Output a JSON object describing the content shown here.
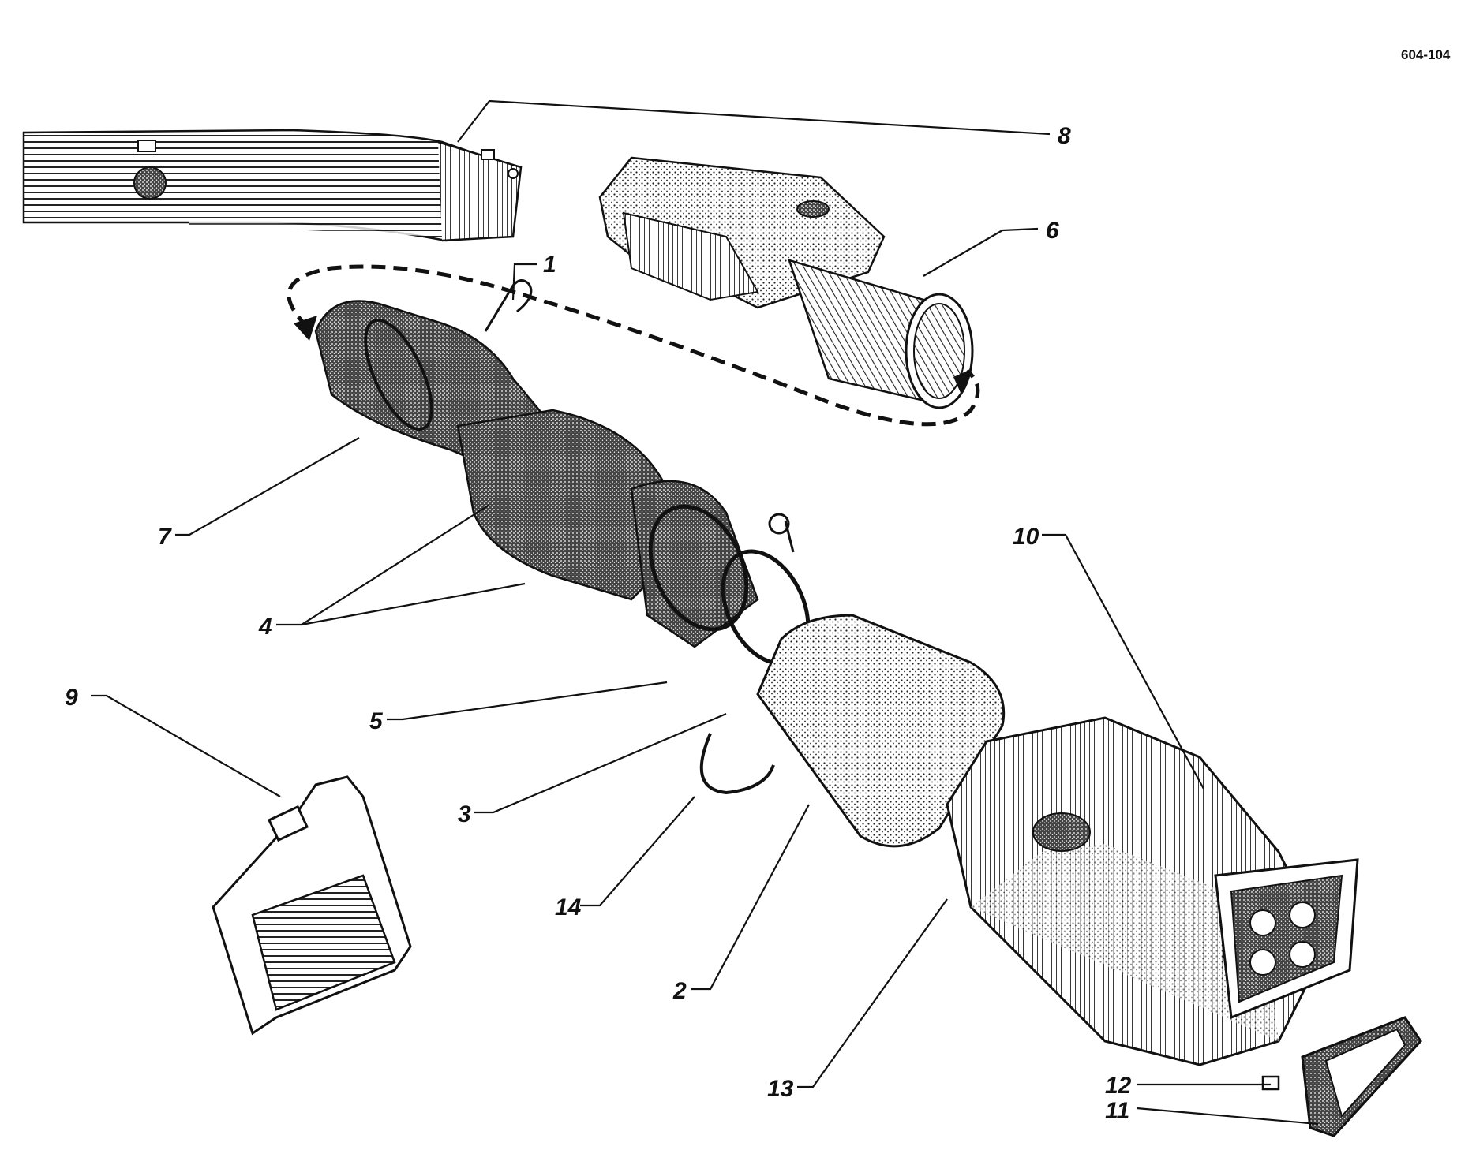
{
  "reference": "604-104",
  "callouts": [
    {
      "id": "1",
      "text": "1"
    },
    {
      "id": "2",
      "text": "2"
    },
    {
      "id": "3",
      "text": "3"
    },
    {
      "id": "4",
      "text": "4"
    },
    {
      "id": "5",
      "text": "5"
    },
    {
      "id": "6",
      "text": "6"
    },
    {
      "id": "7",
      "text": "7"
    },
    {
      "id": "8",
      "text": "8"
    },
    {
      "id": "9",
      "text": "9"
    },
    {
      "id": "10",
      "text": "10"
    },
    {
      "id": "11",
      "text": "11"
    },
    {
      "id": "12",
      "text": "12"
    },
    {
      "id": "13",
      "text": "13"
    },
    {
      "id": "14",
      "text": "14"
    }
  ],
  "colors": {
    "ink": "#111111",
    "paper": "#ffffff",
    "shade": "#3a3a3a"
  }
}
